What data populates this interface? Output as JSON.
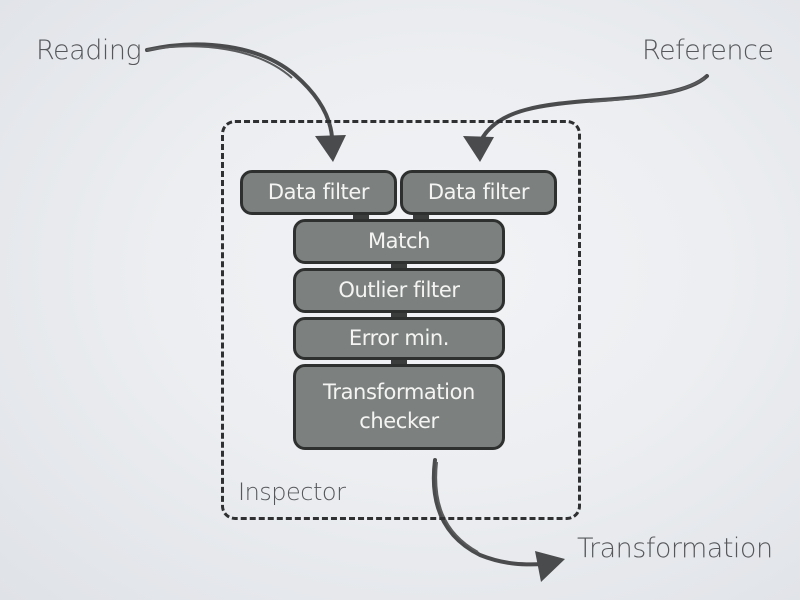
{
  "inputs": {
    "reading": "Reading",
    "reference": "Reference"
  },
  "output": {
    "transformation": "Transformation"
  },
  "container": {
    "label": "Inspector"
  },
  "blocks": {
    "data_filter_1": "Data filter",
    "data_filter_2": "Data filter",
    "match": "Match",
    "outlier_filter": "Outlier filter",
    "error_min": "Error min.",
    "transformation_checker_line1": "Transformation",
    "transformation_checker_line2": "checker"
  },
  "colors": {
    "block_fill": "#7c817f",
    "block_border": "#2e302f",
    "block_text": "#f4f5f3",
    "arrow": "#4a4b4c",
    "label_text": "#55575b"
  }
}
